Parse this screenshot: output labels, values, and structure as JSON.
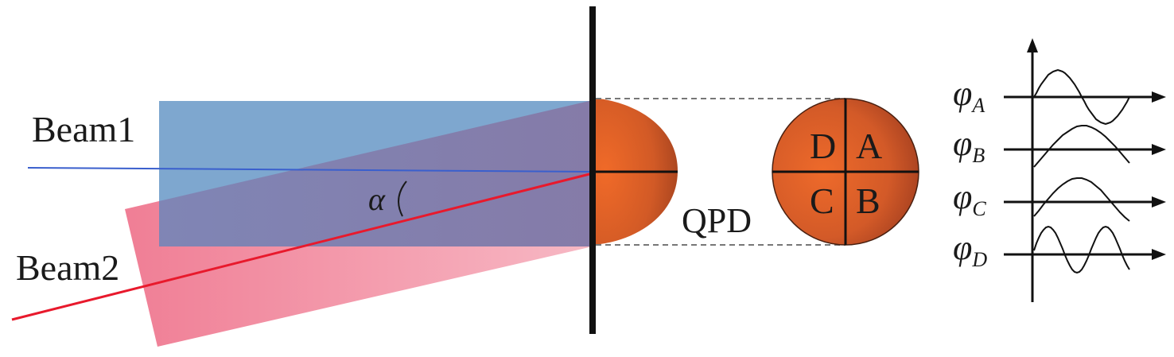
{
  "beams": {
    "beam1_label": "Beam1",
    "beam2_label": "Beam2",
    "beam1_color": "#7ea7cf",
    "beam2_color": "#f290a4",
    "overlap_color": "#8487b3",
    "beam1_line_color": "#3a5fcd",
    "beam2_line_color": "#e8192c"
  },
  "angle_label": "α",
  "detector": {
    "label": "QPD",
    "quadrants": {
      "a": "A",
      "b": "B",
      "c": "C",
      "d": "D"
    },
    "color": "#d5622c"
  },
  "signals": [
    {
      "symbol": "φ",
      "subscript": "A"
    },
    {
      "symbol": "φ",
      "subscript": "B"
    },
    {
      "symbol": "φ",
      "subscript": "C"
    },
    {
      "symbol": "φ",
      "subscript": "D"
    }
  ]
}
